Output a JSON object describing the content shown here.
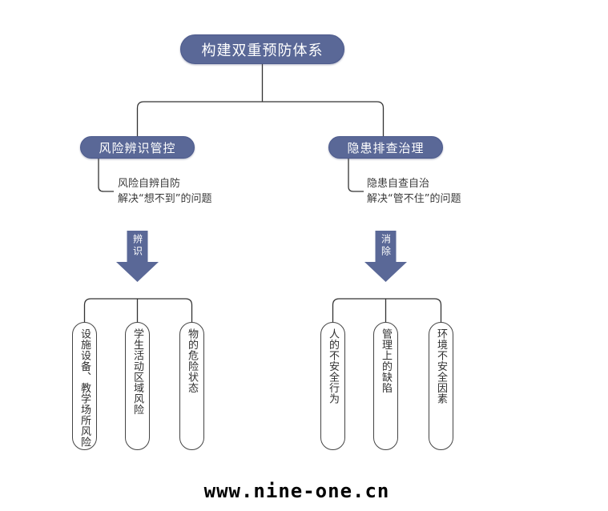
{
  "diagram": {
    "root": {
      "label": "构建双重预防体系"
    },
    "branches": [
      {
        "label": "风险辨识管控",
        "desc_line1": "风险自辨自防",
        "desc_line2": "解决“想不到”的问题",
        "arrow_label": "辨识",
        "leaves": [
          "设施设备、教学场所风险",
          "学生活动区域风险",
          "物的危险状态"
        ]
      },
      {
        "label": "隐患排查治理",
        "desc_line1": "隐患自查自治",
        "desc_line2": "解决“管不住”的问题",
        "arrow_label": "消除",
        "leaves": [
          "人的不安全行为",
          "管理上的缺陷",
          "环境不安全因素"
        ]
      }
    ],
    "watermark": "www.nine-one.cn",
    "colors": {
      "accent": "#5a6897",
      "line": "#333333",
      "leaf_border": "#444444",
      "text": "#3a3a3a"
    }
  }
}
